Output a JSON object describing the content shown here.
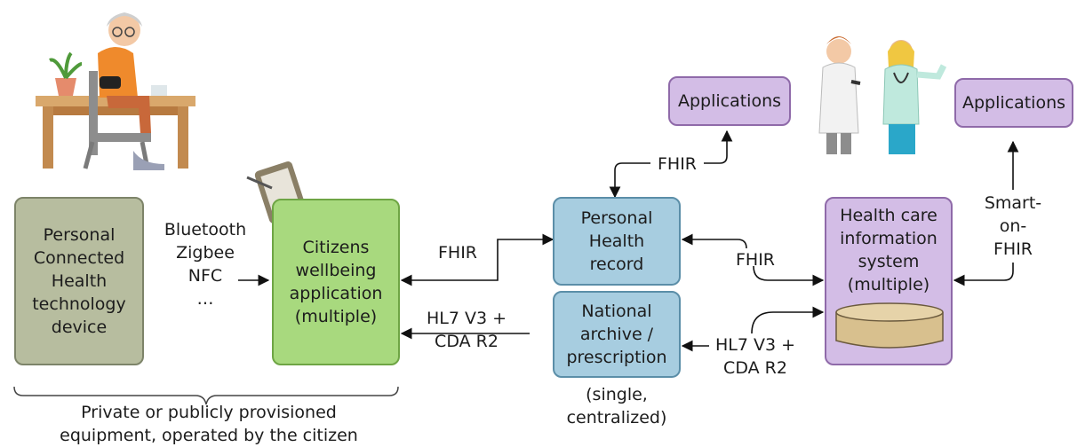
{
  "nodes": {
    "device": "Personal\nConnected\nHealth\ntechnology\ndevice",
    "citizens_app": "Citizens\nwellbeing\napplication\n(multiple)",
    "phr": "Personal\nHealth\nrecord",
    "national_archive": "National\narchive /\nprescription",
    "national_archive_note": "(single,\ncentralized)",
    "his": "Health care\ninformation\nsystem\n(multiple)",
    "applications_left": "Applications",
    "applications_right": "Applications"
  },
  "labels": {
    "protocols": "Bluetooth\nZigbee\nNFC\n…",
    "fhir_app_phr": "FHIR",
    "fhir_top": "FHIR",
    "fhir_his_phr": "FHIR",
    "hl7_left": "HL7 V3 +\nCDA R2",
    "hl7_right": "HL7 V3 +\nCDA R2",
    "smart_on_fhir": "Smart-\non-\nFHIR",
    "brace_caption": "Private or publicly provisioned\nequipment, operated by the citizen"
  },
  "colors": {
    "device_fill": "#b7bd9f",
    "citizens_fill": "#a8d97e",
    "phr_fill": "#a7cde0",
    "his_fill": "#d3bde6"
  }
}
